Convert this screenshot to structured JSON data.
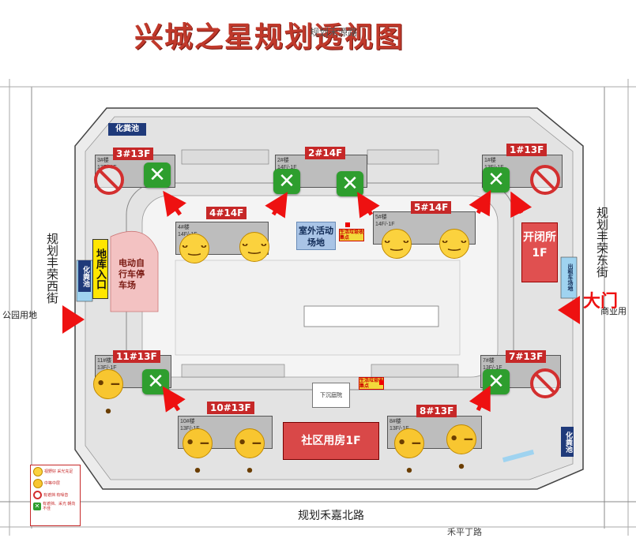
{
  "title": "兴城之星规划透视图",
  "top_road": "规划禾源路",
  "roads": {
    "west": "规划丰荣西街",
    "east": "规划丰荣东街",
    "south": "规划禾嘉北路",
    "south_cut": "禾平丁路",
    "park": "公园用地",
    "commercial": "商业用"
  },
  "east_gate_label": "大门",
  "toilets": {
    "topleft": "化粪池",
    "left": "化粪池",
    "bottomright": "化粪池"
  },
  "outdoor_activity": "室外活动场地",
  "garbage_labels": [
    "生活垃圾收集点",
    "生活垃圾收集点"
  ],
  "garage_entrance": "地库入口",
  "bike_parking": "电动自行车停车场",
  "kiosk": "开闭所1F",
  "bike_parking_east": "出租车场地",
  "community_house": "社区用房1F",
  "central_label": "下沉庭院",
  "buildings": [
    {
      "tag": "3#13F",
      "label": "3#楼\n13F/-1F"
    },
    {
      "tag": "2#14F",
      "label": "2#楼\n14F/-1F"
    },
    {
      "tag": "1#13F",
      "label": "1#楼\n13F/-1F"
    },
    {
      "tag": "4#14F",
      "label": "4#楼\n14F/-1F"
    },
    {
      "tag": "5#14F",
      "label": "5#楼\n14F/-1F"
    },
    {
      "tag": "11#13F",
      "label": "11#楼\n13F/-1F"
    },
    {
      "tag": "7#13F",
      "label": "7#楼\n13F/-1F"
    },
    {
      "tag": "10#13F",
      "label": "10#楼\n13F/-1F"
    },
    {
      "tag": "8#13F",
      "label": "8#楼\n13F/-1F"
    }
  ],
  "legend": [
    {
      "icon": "happy-face",
      "color": "#fbd23e",
      "text": "视野好 采光充足"
    },
    {
      "icon": "neutral-face",
      "color": "#f8c630",
      "text": "中等中层"
    },
    {
      "icon": "no-sign",
      "color": "#d32f2f",
      "text": "有遮挡 有噪音"
    },
    {
      "icon": "x-mark",
      "color": "#2e9e2e",
      "text": "有遮挡、采光 朝向不佳"
    }
  ],
  "colors": {
    "tag_red": "#c62828",
    "x_green": "#2e9e2e",
    "garage_yellow": "#ffe600",
    "kiosk_red": "#e05050",
    "activity_blue": "#a9c4e6",
    "community_red": "#d94848"
  }
}
